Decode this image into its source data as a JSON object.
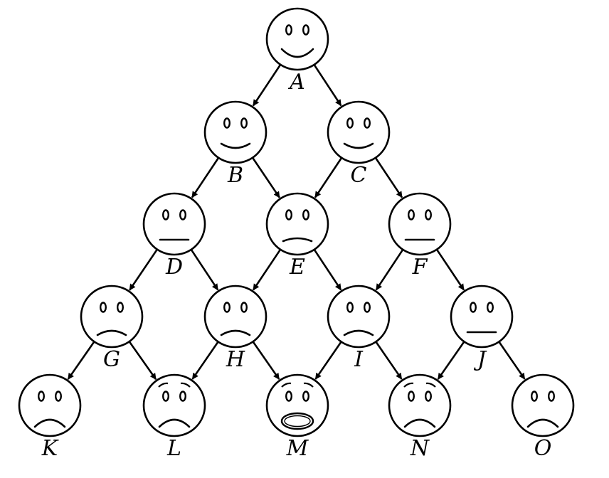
{
  "nodes": [
    {
      "id": "A",
      "label": "A",
      "mood": "big-smile"
    },
    {
      "id": "B",
      "label": "B",
      "mood": "smile"
    },
    {
      "id": "C",
      "label": "C",
      "mood": "smile"
    },
    {
      "id": "D",
      "label": "D",
      "mood": "neutral"
    },
    {
      "id": "E",
      "label": "E",
      "mood": "slight-frown"
    },
    {
      "id": "F",
      "label": "F",
      "mood": "neutral"
    },
    {
      "id": "G",
      "label": "G",
      "mood": "frown"
    },
    {
      "id": "H",
      "label": "H",
      "mood": "frown"
    },
    {
      "id": "I",
      "label": "I",
      "mood": "frown"
    },
    {
      "id": "J",
      "label": "J",
      "mood": "neutral"
    },
    {
      "id": "K",
      "label": "K",
      "mood": "sad"
    },
    {
      "id": "L",
      "label": "L",
      "mood": "worried"
    },
    {
      "id": "M",
      "label": "M",
      "mood": "shocked"
    },
    {
      "id": "N",
      "label": "N",
      "mood": "worried"
    },
    {
      "id": "O",
      "label": "O",
      "mood": "sad"
    }
  ],
  "edges": [
    [
      "A",
      "B"
    ],
    [
      "A",
      "C"
    ],
    [
      "B",
      "D"
    ],
    [
      "B",
      "E"
    ],
    [
      "C",
      "E"
    ],
    [
      "C",
      "F"
    ],
    [
      "D",
      "G"
    ],
    [
      "D",
      "H"
    ],
    [
      "E",
      "H"
    ],
    [
      "E",
      "I"
    ],
    [
      "F",
      "I"
    ],
    [
      "F",
      "J"
    ],
    [
      "G",
      "K"
    ],
    [
      "G",
      "L"
    ],
    [
      "H",
      "L"
    ],
    [
      "H",
      "M"
    ],
    [
      "I",
      "M"
    ],
    [
      "I",
      "N"
    ],
    [
      "J",
      "N"
    ],
    [
      "J",
      "O"
    ]
  ],
  "colors": {
    "stroke": "#000000",
    "fill": "#ffffff"
  }
}
